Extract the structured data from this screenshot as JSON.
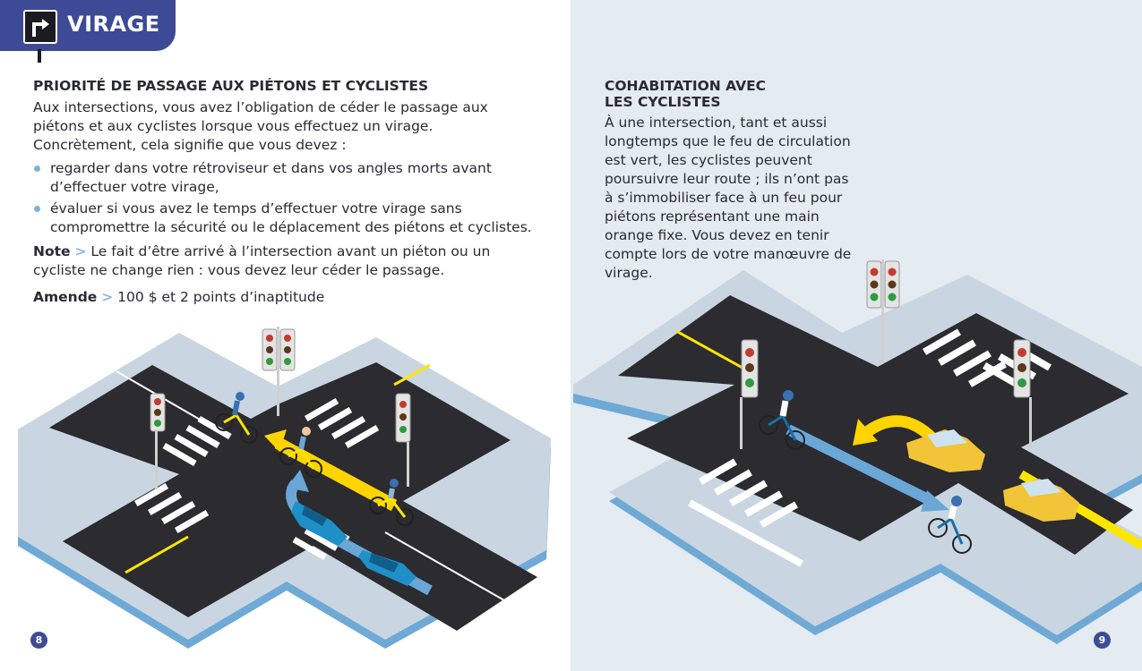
{
  "header": {
    "title": "VIRAGE",
    "icon": "turn-right-sign-icon"
  },
  "left": {
    "heading": "PRIORITÉ DE PASSAGE AUX PIÉTONS ET CYCLISTES",
    "intro": "Aux intersections, vous avez l’obligation de céder le passage aux piétons et aux cyclistes lorsque vous effectuez un virage. Concrètement, cela signifie que vous devez :",
    "bullets": [
      "regarder dans votre rétroviseur et dans vos angles morts avant d’effectuer votre virage,",
      "évaluer si vous avez le temps d’effectuer votre virage sans compromettre la sécurité ou le déplacement des piétons et cyclistes."
    ],
    "note_label": "Note",
    "note_sep": ">",
    "note_text": " Le fait d’être arrivé à l’intersection avant un piéton ou un cycliste ne change rien : vous devez leur céder le passage.",
    "fine_label": "Amende",
    "fine_sep": ">",
    "fine_text": " 100 $ et 2 points d’inaptitude",
    "page_number": "8"
  },
  "right": {
    "heading": "COHABITATION AVEC LES CYCLISTES",
    "body": "À une intersection, tant et aussi longtemps que le feu de circulation est vert, les cyclistes peuvent poursuivre leur route ; ils n’ont pas à s’immobiliser face à un feu pour piétons représentant une main orange fixe. Vous devez en tenir compte lors de votre manœuvre de virage.",
    "page_number": "9"
  },
  "colors": {
    "brand": "#3d4a96",
    "bullet": "#7fb2d9",
    "right_page_bg": "#e4ebf1",
    "road": "#2b2b30",
    "sidewalk": "#c9d6e1",
    "curb": "#6fa9d6",
    "yellow_line": "#ffe600",
    "blue_car": "#1f8fc7",
    "yellow_car": "#f2c437",
    "arrow_yellow": "#ffd400",
    "arrow_blue": "#6aa7d6"
  }
}
